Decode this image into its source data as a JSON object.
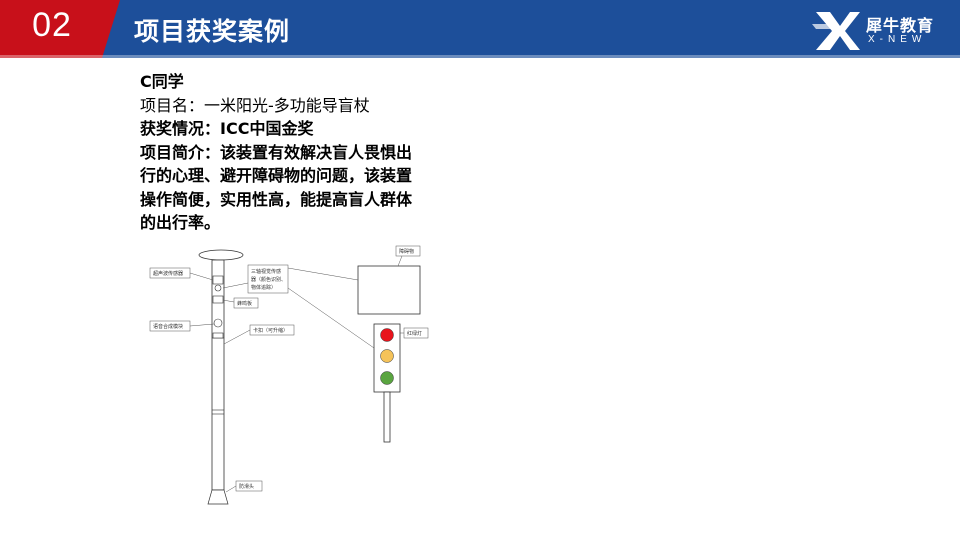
{
  "header": {
    "section_number": "02",
    "title": "项目获奖案例",
    "logo_cn": "犀牛教育",
    "logo_en": "X-NEW",
    "colors": {
      "bar": "#1d4f9a",
      "number_box": "#c8101a"
    }
  },
  "content": {
    "student": "C同学",
    "project_label": "项目名：",
    "project_name": "一米阳光-多功能导盲杖",
    "award_label": "获奖情况：",
    "award": "ICC中国金奖",
    "intro_label": "项目简介：",
    "intro_line1": "该装置有效解决盲人畏惧出",
    "intro_line2": "行的心理、避开障碍物的问题，该装置",
    "intro_line3": "操作简便，实用性高，能提高盲人群体",
    "intro_line4": "的出行率。"
  },
  "chart_data": {
    "type": "diagram",
    "labels": {
      "ultrasonic": "超声波传感器",
      "three_axis_1": "三轴视觉传感",
      "three_axis_2": "器（颜色识别、",
      "three_axis_3": "物体追踪）",
      "buzzer": "蜂鸣板",
      "voice": "语音合成模块",
      "clip": "卡扣（可升缩）",
      "antislip": "防滑头",
      "obstacle": "障碍物",
      "traffic_light": "红绿灯"
    },
    "traffic_light_colors": [
      "#e8141c",
      "#f5c35a",
      "#5aa540"
    ]
  }
}
